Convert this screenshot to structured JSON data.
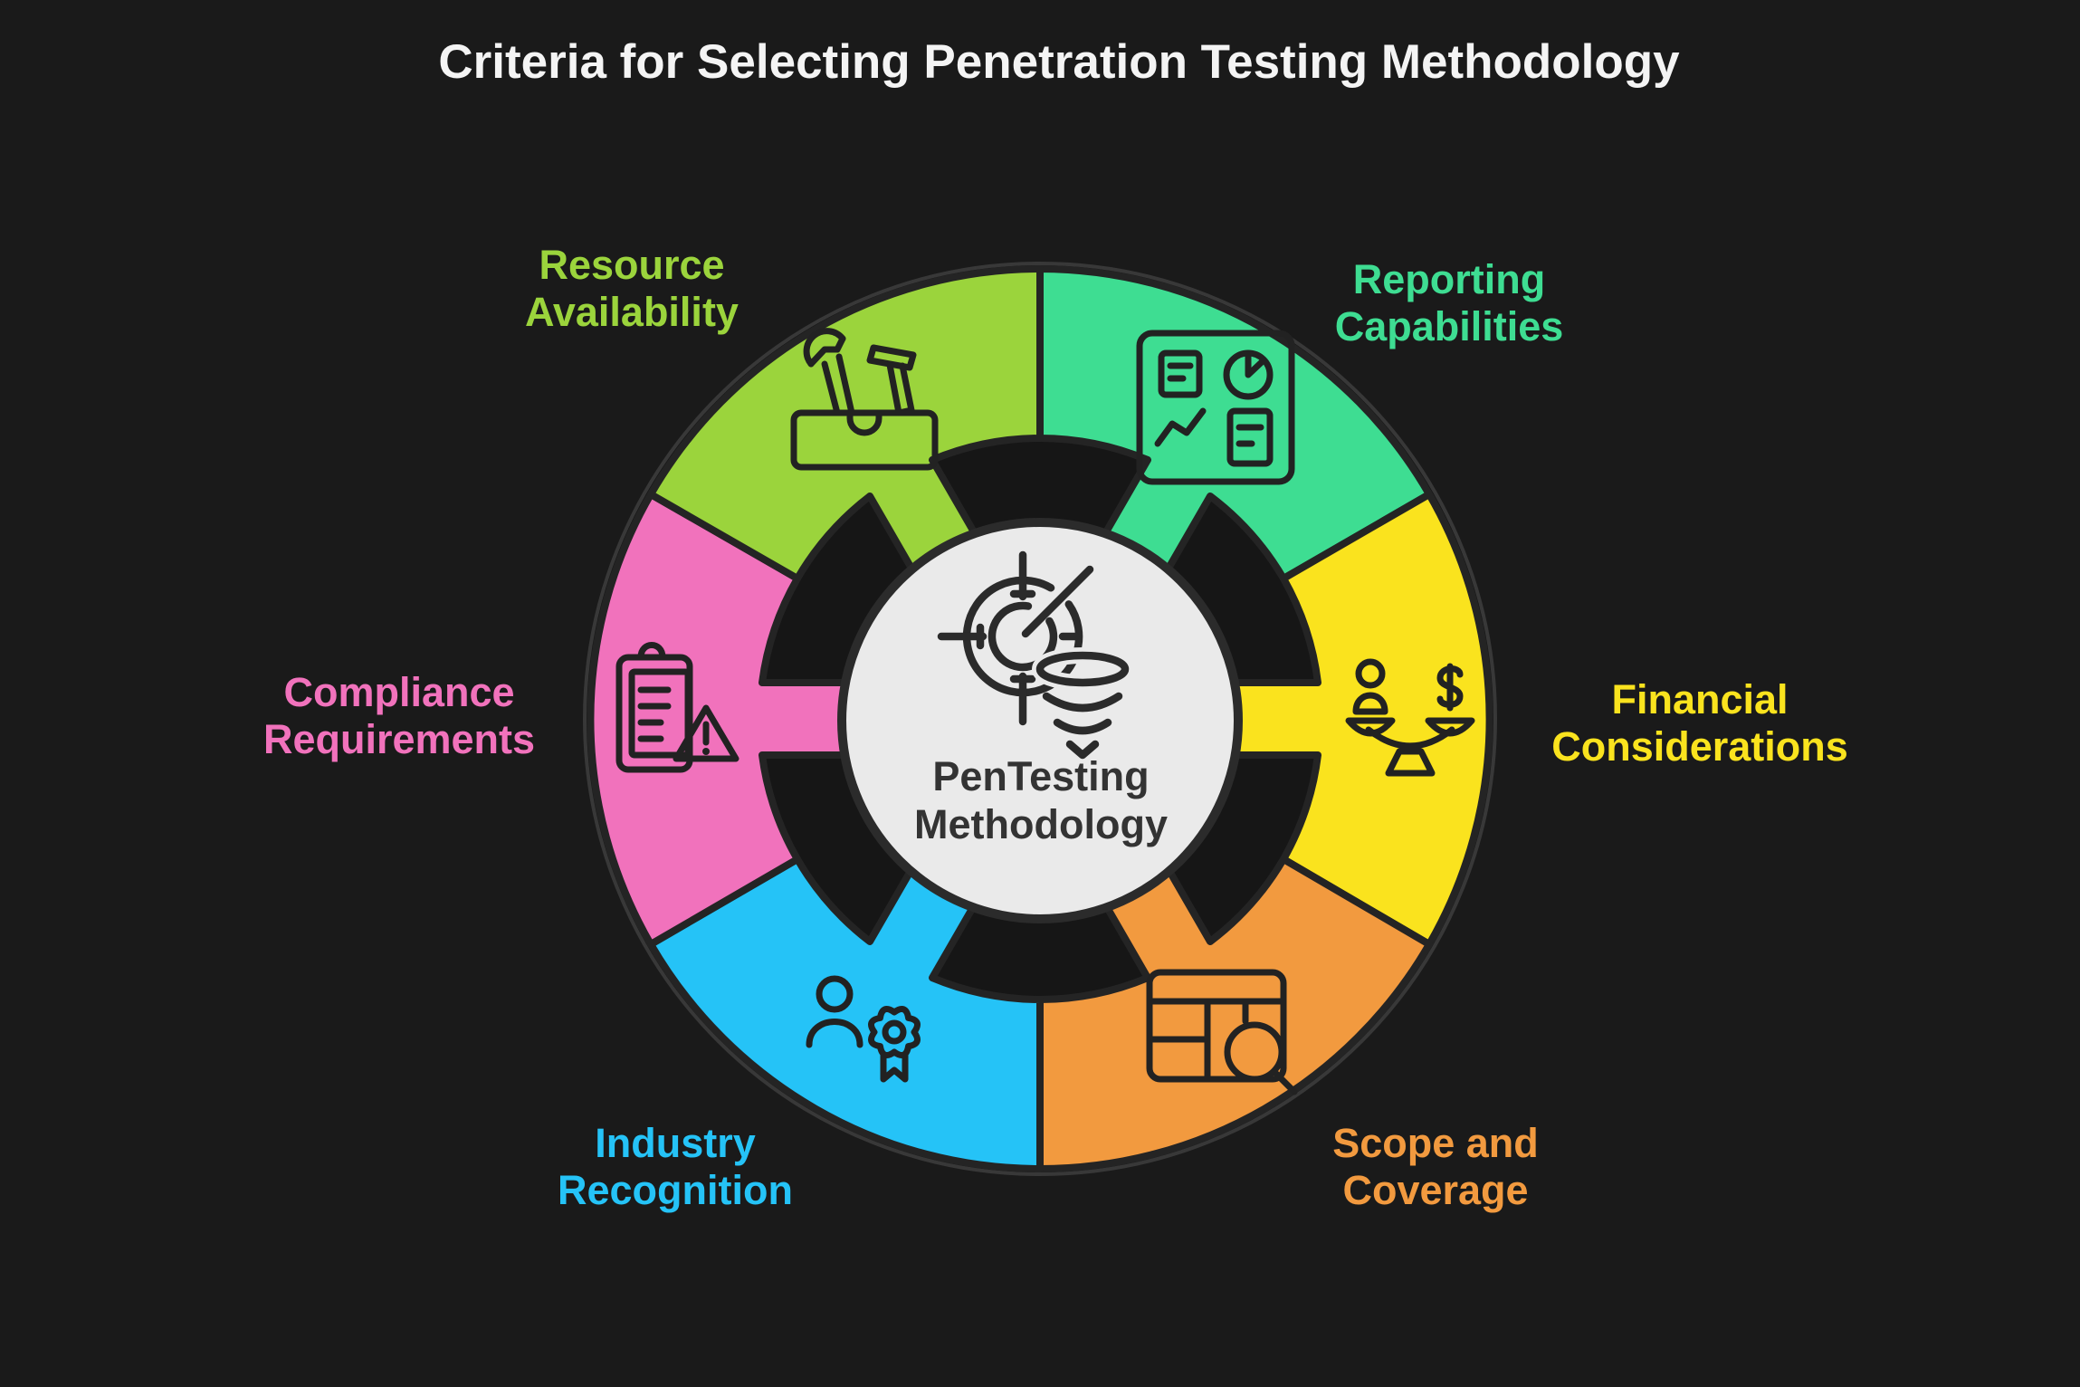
{
  "title": {
    "text": "Criteria for Selecting Penetration Testing Methodology",
    "color": "#f4f4f4"
  },
  "hub": {
    "label_line1": "PenTesting",
    "label_line2": "Methodology",
    "icon": "pentest-target-icon",
    "fill": "#eaeaea",
    "stroke": "#2b2b2b",
    "text_color": "#333333"
  },
  "criteria": [
    {
      "label_line1": "Reporting",
      "label_line2": "Capabilities",
      "color": "#3edd92",
      "icon": "report-dashboard-icon",
      "position": "top-right"
    },
    {
      "label_line1": "Financial",
      "label_line2": "Considerations",
      "color": "#fae31e",
      "icon": "balance-scale-icon",
      "position": "right"
    },
    {
      "label_line1": "Scope and",
      "label_line2": "Coverage",
      "color": "#f29a3f",
      "icon": "table-search-icon",
      "position": "bottom-right"
    },
    {
      "label_line1": "Industry",
      "label_line2": "Recognition",
      "color": "#25c3f7",
      "icon": "person-award-icon",
      "position": "bottom-left"
    },
    {
      "label_line1": "Compliance",
      "label_line2": "Requirements",
      "color": "#f172bc",
      "icon": "clipboard-warning-icon",
      "position": "left"
    },
    {
      "label_line1": "Resource",
      "label_line2": "Availability",
      "color": "#9bd43c",
      "icon": "toolbox-icon",
      "position": "top-left"
    }
  ],
  "colors": {
    "background": "#1a1a1a",
    "wheel_inner_background": "#161616",
    "segment_outline": "#242424",
    "outer_ring_outline": "#383838",
    "icon_stroke": "#222222"
  }
}
